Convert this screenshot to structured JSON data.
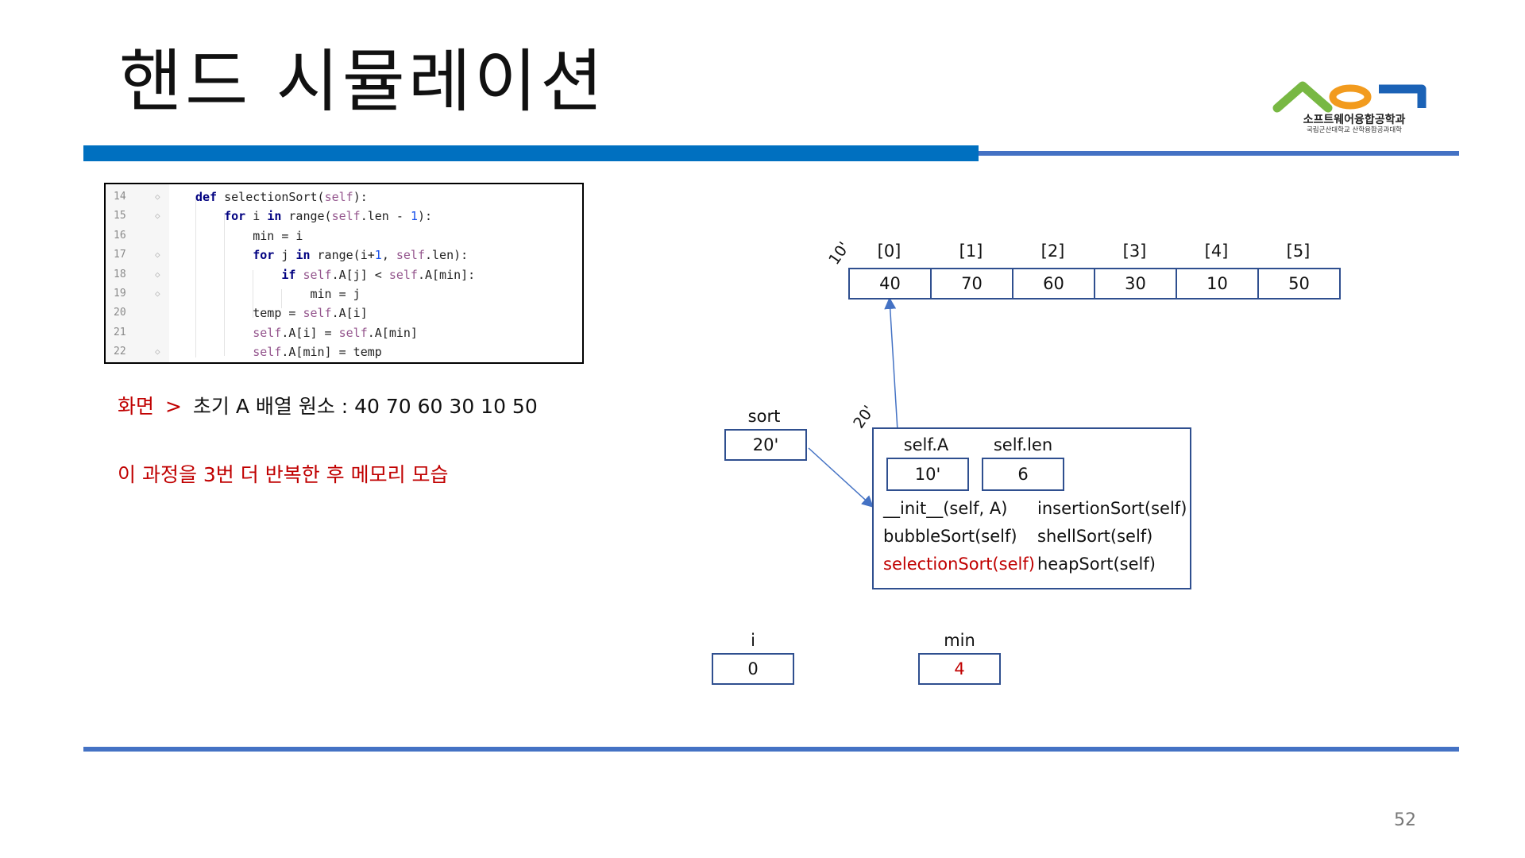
{
  "slide": {
    "title": "핸드 시뮬레이션",
    "page_number": "52",
    "colors": {
      "accent_bar": "#0070c0",
      "thin_bar": "#4472c4",
      "box_border": "#2f4f8f",
      "highlight": "#c00000",
      "arrow": "#4472c4"
    }
  },
  "logo": {
    "line1": "소프트웨어융합공학과",
    "line2": "국립군산대학교 산학융합공과대학",
    "icon_name": "sw-dept-logo"
  },
  "code": {
    "lines": [
      {
        "num": "14",
        "tokens": [
          [
            "k",
            "def "
          ],
          [
            "p",
            "selectionSort("
          ],
          [
            "s",
            "self"
          ],
          [
            "p",
            "):"
          ]
        ]
      },
      {
        "num": "15",
        "tokens": [
          [
            "k",
            "    for "
          ],
          [
            "p",
            "i "
          ],
          [
            "k",
            "in "
          ],
          [
            "p",
            "range("
          ],
          [
            "s",
            "self"
          ],
          [
            "p",
            ".len - "
          ],
          [
            "n",
            "1"
          ],
          [
            "p",
            "):"
          ]
        ]
      },
      {
        "num": "16",
        "tokens": [
          [
            "p",
            "        min = i"
          ]
        ]
      },
      {
        "num": "17",
        "tokens": [
          [
            "k",
            "        for "
          ],
          [
            "p",
            "j "
          ],
          [
            "k",
            "in "
          ],
          [
            "p",
            "range(i+"
          ],
          [
            "n",
            "1"
          ],
          [
            "p",
            ", "
          ],
          [
            "s",
            "self"
          ],
          [
            "p",
            ".len):"
          ]
        ]
      },
      {
        "num": "18",
        "tokens": [
          [
            "k",
            "            if "
          ],
          [
            "s",
            "self"
          ],
          [
            "p",
            ".A[j] < "
          ],
          [
            "s",
            "self"
          ],
          [
            "p",
            ".A[min]:"
          ]
        ]
      },
      {
        "num": "19",
        "tokens": [
          [
            "p",
            "                min = j"
          ]
        ]
      },
      {
        "num": "20",
        "tokens": [
          [
            "p",
            "        temp = "
          ],
          [
            "s",
            "self"
          ],
          [
            "p",
            ".A[i]"
          ]
        ]
      },
      {
        "num": "21",
        "tokens": [
          [
            "s",
            "        self"
          ],
          [
            "p",
            ".A[i] = "
          ],
          [
            "s",
            "self"
          ],
          [
            "p",
            ".A[min]"
          ]
        ]
      },
      {
        "num": "22",
        "tokens": [
          [
            "s",
            "        self"
          ],
          [
            "p",
            ".A[min] = temp"
          ]
        ]
      }
    ]
  },
  "screen_note": {
    "label": "화면",
    "arrow": ">",
    "text": "초기 A 배열 원소 : 40 70 60 30 10 50"
  },
  "instruction": "이 과정을 3번 더 반복한 후 메모리 모습",
  "array": {
    "address": "10'",
    "indices": [
      "[0]",
      "[1]",
      "[2]",
      "[3]",
      "[4]",
      "[5]"
    ],
    "values": [
      "40",
      "70",
      "60",
      "30",
      "10",
      "50"
    ]
  },
  "sort_var": {
    "name": "sort",
    "value": "20'"
  },
  "object": {
    "address": "20'",
    "fields": [
      {
        "name": "self.A",
        "value": "10'"
      },
      {
        "name": "self.len",
        "value": "6"
      }
    ],
    "methods_left": [
      "__init__(self, A)",
      "bubbleSort(self)",
      "selectionSort(self)"
    ],
    "methods_right": [
      "insertionSort(self)",
      "shellSort(self)",
      "heapSort(self)"
    ],
    "highlighted_method": "selectionSort(self)"
  },
  "loop_vars": [
    {
      "name": "i",
      "value": "0"
    },
    {
      "name": "min",
      "value": "4"
    }
  ]
}
